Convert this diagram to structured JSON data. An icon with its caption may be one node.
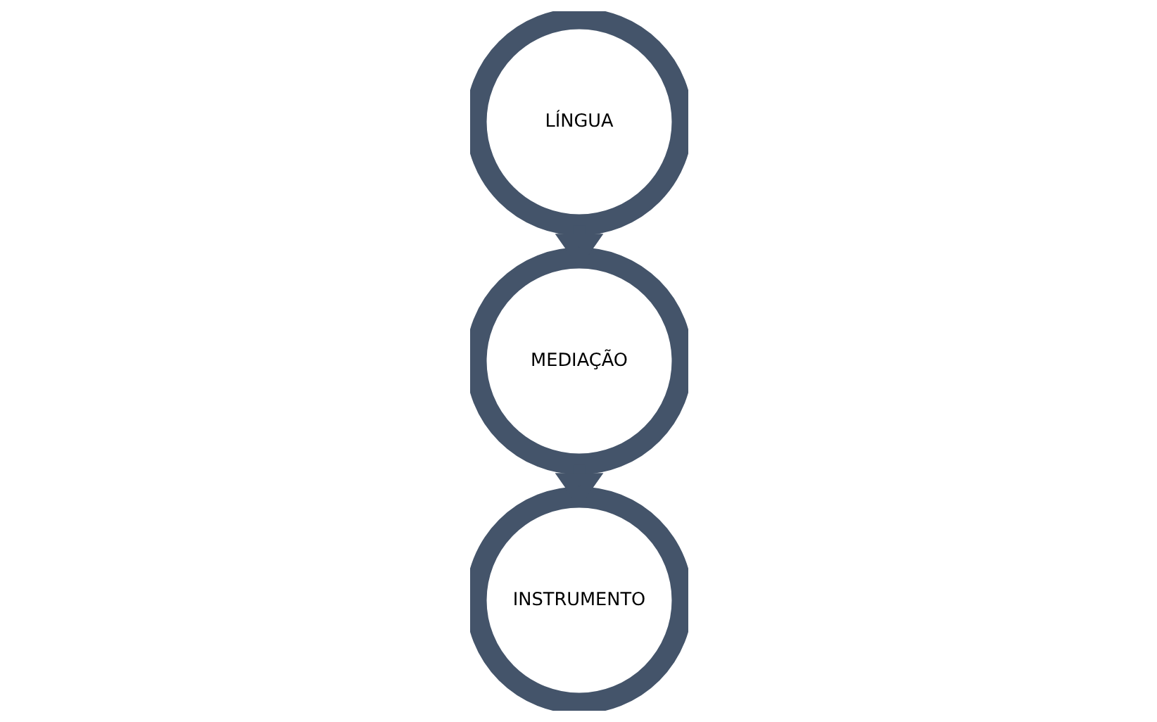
{
  "diagram": {
    "nodes": [
      {
        "text": [
          "LÍNGUA"
        ]
      },
      {
        "text": [
          "MEDIAÇÃO"
        ]
      },
      {
        "text": [
          "INSTRUMENTO"
        ]
      }
    ],
    "edges": [
      {
        "from": 0,
        "to": 1,
        "arrow": "to"
      },
      {
        "from": 1,
        "to": 2,
        "arrow": "to"
      }
    ]
  }
}
